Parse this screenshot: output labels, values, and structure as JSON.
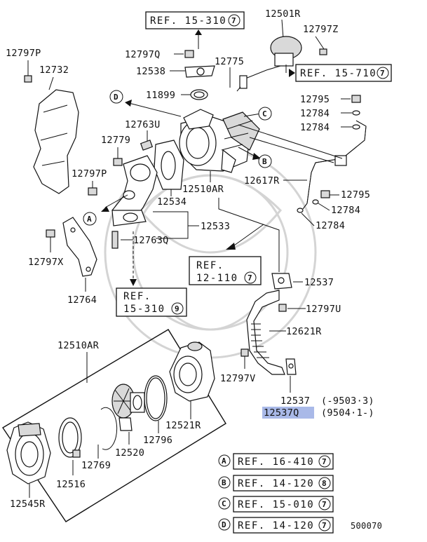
{
  "labels": {
    "p12501R": "12501R",
    "p12797Z": "12797Z",
    "p12797P_top": "12797P",
    "p12732": "12732",
    "p12797Q": "12797Q",
    "p12538": "12538",
    "p12775": "12775",
    "p11899": "11899",
    "p12795_top": "12795",
    "p12784_a": "12784",
    "p12784_b": "12784",
    "p12763U": "12763U",
    "p12779": "12779",
    "p12797P_mid": "12797P",
    "p12534": "12534",
    "p12510AR_top": "12510AR",
    "p12617R": "12617R",
    "p12795_mid": "12795",
    "p12784_c": "12784",
    "p12784_d": "12784",
    "p12533": "12533",
    "p12763Q": "12763Q",
    "p12797X": "12797X",
    "p12764": "12764",
    "p12537_top": "12537",
    "p12797U": "12797U",
    "p12621R": "12621R",
    "p12797V": "12797V",
    "p12537_bot": "12537",
    "p12537Q": "12537Q",
    "date1": "(-9503·3)",
    "date2": "(9504·1-)",
    "p12510AR_box": "12510AR",
    "p12521R": "12521R",
    "p12796": "12796",
    "p12520": "12520",
    "p12769": "12769",
    "p12516": "12516",
    "p12545R": "12545R",
    "diagram_id": "500070"
  },
  "refs": {
    "r_top": {
      "text": "REF. 15-310",
      "num": "7"
    },
    "r_710": {
      "text": "REF. 15-710",
      "num": "7"
    },
    "r_12110": {
      "text1": "REF.",
      "text2": "12-110",
      "num": "7"
    },
    "r_15310_9": {
      "text1": "REF.",
      "text2": "15-310",
      "num": "9"
    }
  },
  "markers": {
    "A": "A",
    "B": "B",
    "C": "C",
    "D": "D"
  },
  "legend": [
    {
      "letter": "A",
      "ref": "REF. 16-410",
      "num": "7"
    },
    {
      "letter": "B",
      "ref": "REF. 14-120",
      "num": "8"
    },
    {
      "letter": "C",
      "ref": "REF. 15-010",
      "num": "7"
    },
    {
      "letter": "D",
      "ref": "REF. 14-120",
      "num": "7"
    }
  ],
  "colors": {
    "highlight": "#a9b9e8",
    "ink": "#111111"
  }
}
